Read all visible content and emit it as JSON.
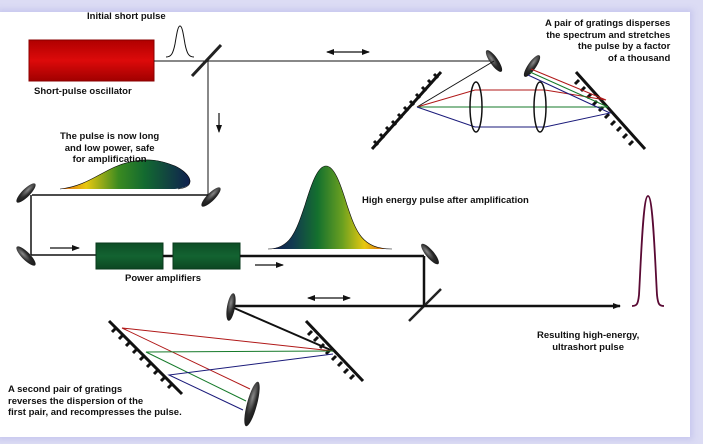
{
  "diagram": {
    "title": "Chirped pulse amplification",
    "labels": {
      "initial_pulse": "Initial short pulse",
      "oscillator": "Short-pulse oscillator",
      "stretcher": "A pair of gratings disperses\nthe spectrum and stretches\nthe pulse by a factor\nof a thousand",
      "stretched_pulse": "The pulse is now long\nand low power, safe\nfor amplification",
      "amplifiers": "Power amplifiers",
      "amplified_pulse": "High energy pulse after amplification",
      "compressor": "A second pair of gratings\nreverses the dispersion of the\nfirst pair, and recompresses the pulse.",
      "result": "Resulting high-energy,\nultrashort pulse"
    },
    "components": [
      {
        "id": "oscillator",
        "type": "laser-oscillator",
        "color": "#c80000"
      },
      {
        "id": "amplifier-1",
        "type": "power-amplifier",
        "color": "#0f5a2c"
      },
      {
        "id": "amplifier-2",
        "type": "power-amplifier",
        "color": "#0f5a2c"
      },
      {
        "id": "stretcher-grating-1",
        "type": "diffraction-grating"
      },
      {
        "id": "stretcher-grating-2",
        "type": "diffraction-grating"
      },
      {
        "id": "stretcher-lens-1",
        "type": "lens"
      },
      {
        "id": "stretcher-lens-2",
        "type": "lens"
      },
      {
        "id": "compressor-grating-1",
        "type": "diffraction-grating"
      },
      {
        "id": "compressor-grating-2",
        "type": "diffraction-grating"
      }
    ],
    "spectral_colors": {
      "red": "#b01818",
      "green": "#167a2a",
      "blue": "#1a1a7a"
    },
    "result_pulse_color": "#6a0a3a"
  }
}
